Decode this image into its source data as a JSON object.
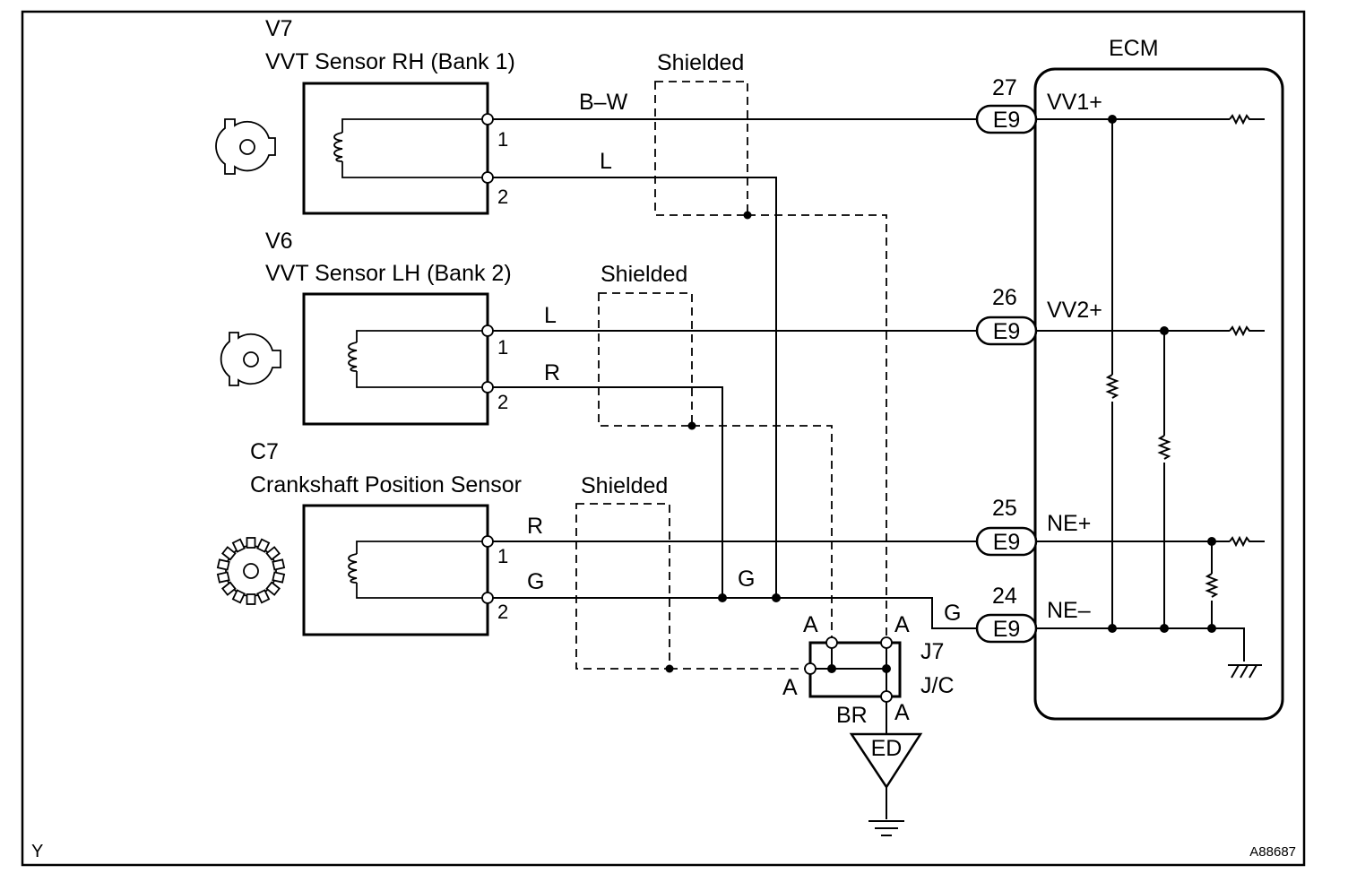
{
  "sensors": {
    "v7": {
      "code": "V7",
      "name": "VVT Sensor RH (Bank 1)",
      "pin1": "1",
      "pin2": "2",
      "wire1": "B–W",
      "wire2": "L",
      "shield": "Shielded"
    },
    "v6": {
      "code": "V6",
      "name": "VVT Sensor LH (Bank 2)",
      "pin1": "1",
      "pin2": "2",
      "wire1": "L",
      "wire2": "R",
      "shield": "Shielded"
    },
    "c7": {
      "code": "C7",
      "name": "Crankshaft Position Sensor",
      "pin1": "1",
      "pin2": "2",
      "wire1": "R",
      "wire2": "G",
      "shield": "Shielded"
    }
  },
  "ecm": {
    "title": "ECM",
    "terminals": [
      {
        "pin": "27",
        "connector": "E9",
        "signal": "VV1+"
      },
      {
        "pin": "26",
        "connector": "E9",
        "signal": "VV2+"
      },
      {
        "pin": "25",
        "connector": "E9",
        "signal": "NE+"
      },
      {
        "pin": "24",
        "connector": "E9",
        "signal": "NE–"
      }
    ]
  },
  "wiring": {
    "g_trunk": "G",
    "g_to_ecm": "G"
  },
  "junction": {
    "code": "J7",
    "type": "J/C",
    "pin_a": "A",
    "wire_br": "BR",
    "ground": "ED"
  },
  "footer": {
    "left": "Y",
    "right": "A88687"
  }
}
